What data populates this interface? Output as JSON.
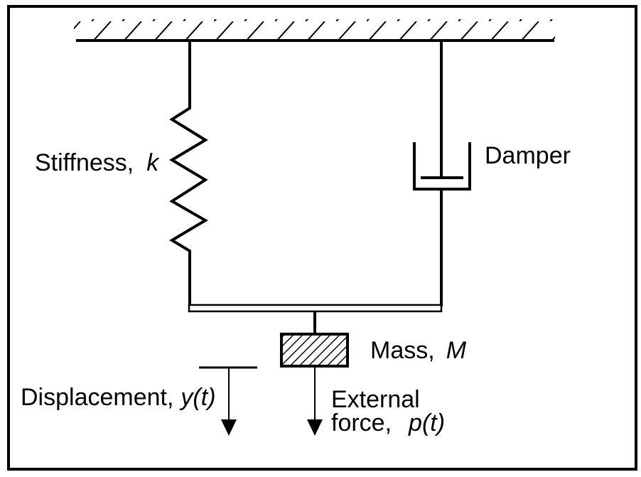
{
  "labels": {
    "stiffness": {
      "prefix": "Stiffness,",
      "symbol": "k"
    },
    "damper": {
      "text": "Damper"
    },
    "mass": {
      "prefix": "Mass,",
      "symbol": "M"
    },
    "displacement": {
      "prefix": "Displacement,",
      "symbol": "y(t)"
    },
    "external_force": {
      "line1": "External",
      "line2_prefix": "force,",
      "symbol": "p(t)"
    }
  },
  "colors": {
    "ink": "#000000",
    "background": "#ffffff"
  }
}
